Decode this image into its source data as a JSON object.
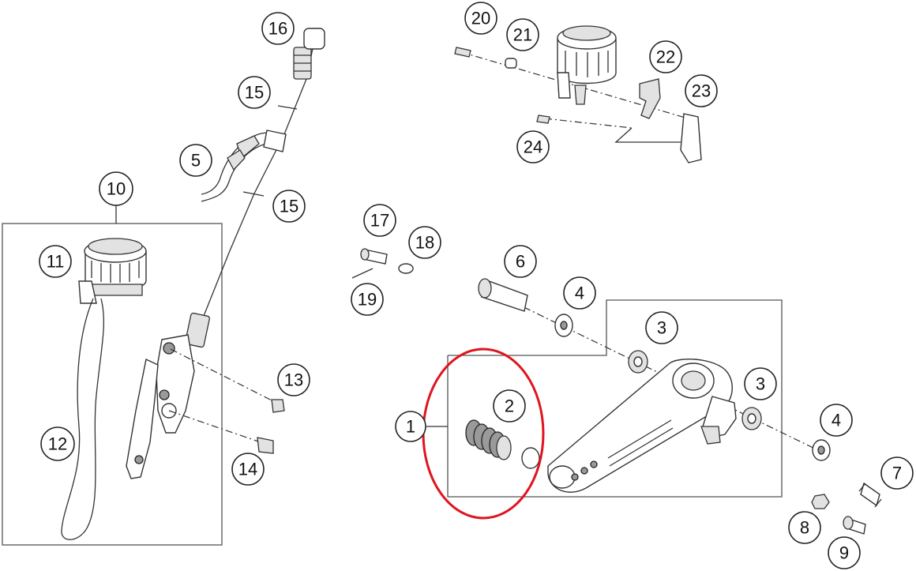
{
  "diagram": {
    "callouts": [
      "1",
      "2",
      "3",
      "3",
      "4",
      "4",
      "5",
      "6",
      "7",
      "8",
      "9",
      "10",
      "11",
      "12",
      "13",
      "14",
      "15",
      "15",
      "16",
      "17",
      "18",
      "19",
      "20",
      "21",
      "22",
      "23",
      "24"
    ],
    "highlight_color": "#e0141e",
    "line_color": "#333333"
  }
}
